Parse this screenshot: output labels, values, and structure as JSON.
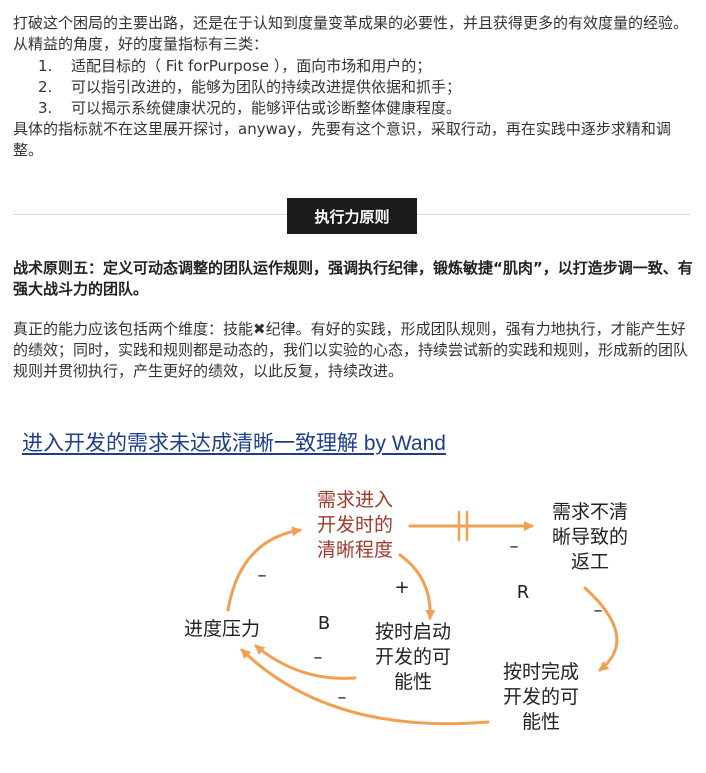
{
  "intro": {
    "line1": "打破这个困局的主要出路，还是在于认知到度量变革成果的必要性，并且获得更多的有效度量的经验。从精益的角度，好的度量指标有三类：",
    "items": [
      {
        "num": "1.",
        "text": "适配目标的（ Fit forPurpose ），面向市场和用户的；"
      },
      {
        "num": "2.",
        "text": "可以指引改进的，能够为团队的持续改进提供依据和抓手；"
      },
      {
        "num": "3.",
        "text": "可以揭示系统健康状况的，能够评估或诊断整体健康程度。"
      }
    ],
    "closing": "具体的指标就不在这里展开探讨，anyway，先要有这个意识，采取行动，再在实践中逐步求精和调整。"
  },
  "section": {
    "title": "执行力原则"
  },
  "principle": {
    "heading": "战术原则五：定义可动态调整的团队运作规则，强调执行纪律，锻炼敏捷“肌肉”，以打造步调一致、有强大战斗力的团队。",
    "body": "真正的能力应该包括两个维度：技能✖纪律。有好的实践，形成团队规则，强有力地执行，才能产生好的绩效；同时，实践和规则都是动态的，我们以实验的心态，持续尝试新的实践和规则，形成新的团队规则并贯彻执行，产生更好的绩效，以此反复，持续改进。"
  },
  "figure": {
    "title": "进入开发的需求未达成清晰一致理解 by Wand",
    "nodes": {
      "clarity": [
        "需求进入",
        "开发时的",
        "清晰程度"
      ],
      "rework": [
        "需求不清",
        "晰导致的",
        "返工"
      ],
      "pressure": "进度压力",
      "start": [
        "按时启动",
        "开发的可",
        "能性"
      ],
      "finish": [
        "按时完成",
        "开发的可",
        "能性"
      ]
    },
    "signs": {
      "clarity_to_rework": "–",
      "clarity_to_start": "+",
      "pressure_to_clarity": "–",
      "rework_to_finish": "–",
      "start_to_pressure": "–",
      "finish_to_pressure": "–"
    },
    "loops": {
      "balancing": "B",
      "reinforcing": "R"
    },
    "colors": {
      "arrow": "#f0a050",
      "clarity_text": "#a23a2c",
      "title": "#1f3d8f"
    }
  }
}
